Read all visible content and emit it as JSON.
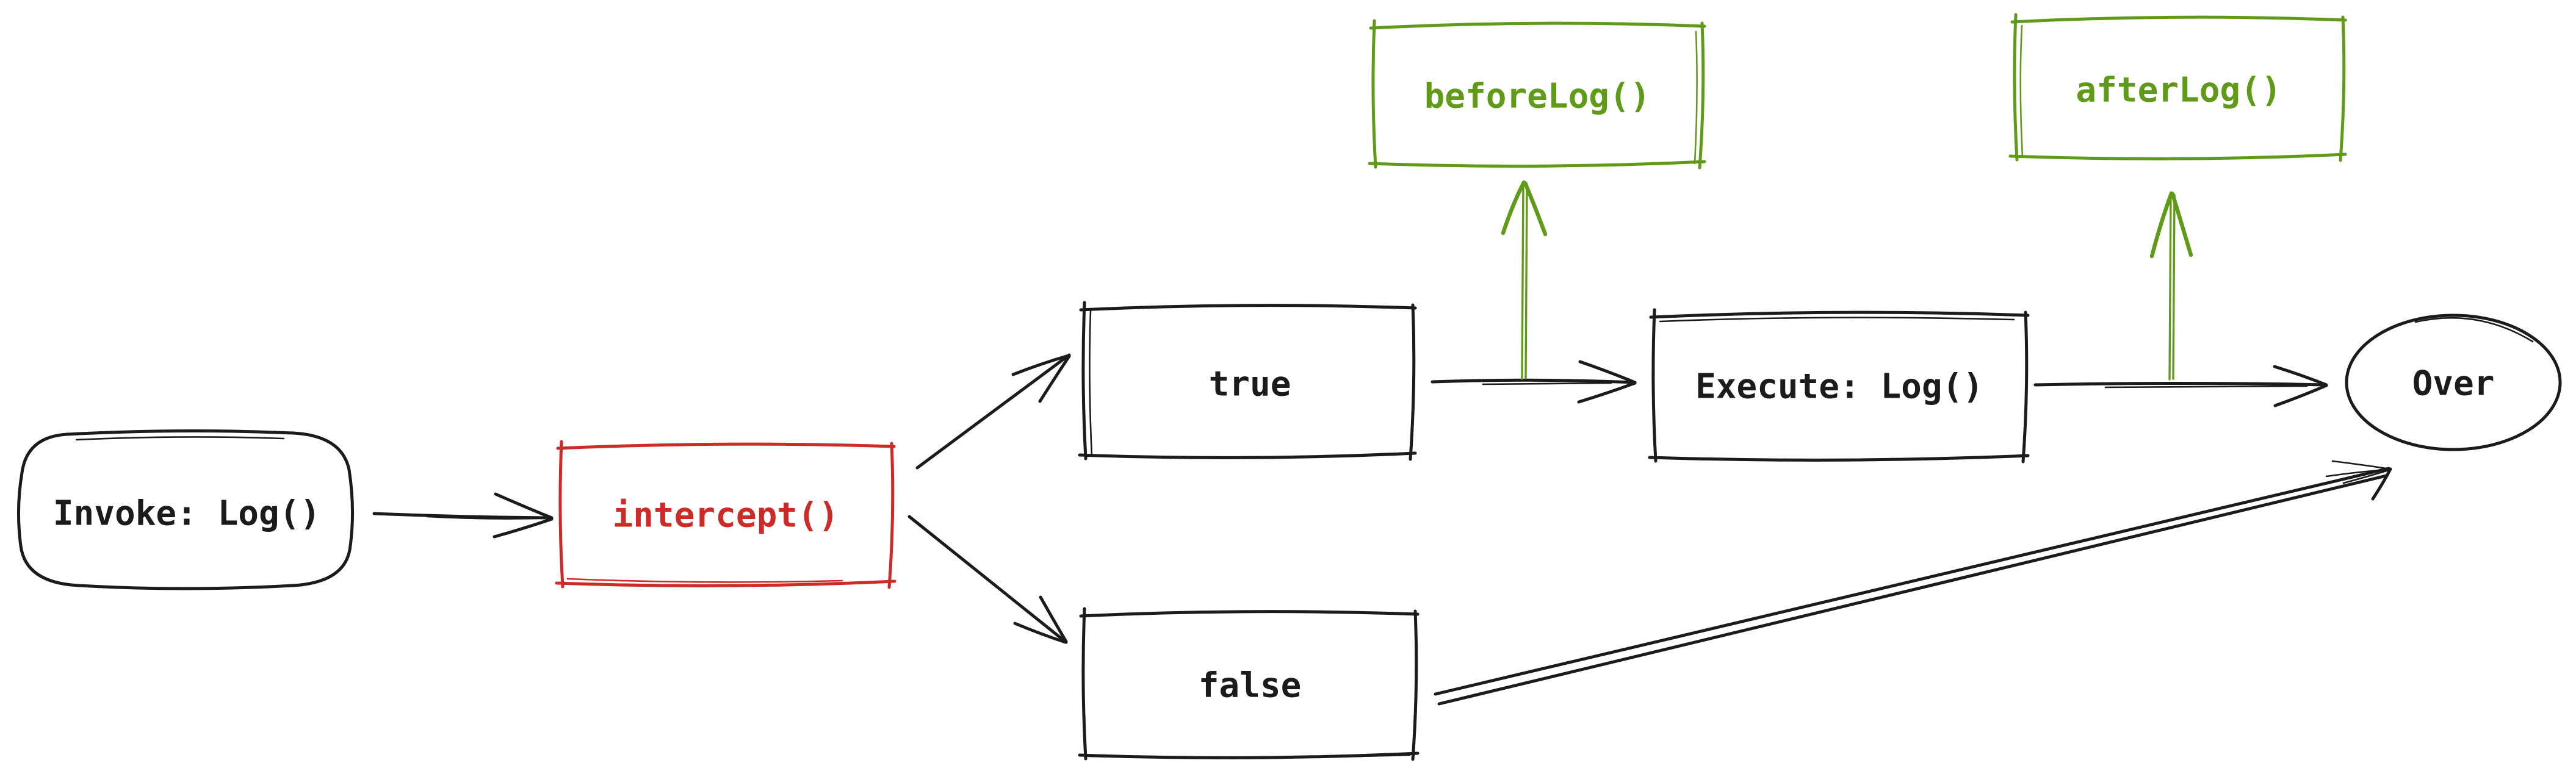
{
  "diagram": {
    "description": "Hand-drawn flowchart of logging interception flow",
    "background": "#ffffff"
  },
  "colors": {
    "black": "#1b1b1b",
    "red": "#cd2b27",
    "green": "#5f9b19"
  },
  "nodes": {
    "invoke": {
      "label": "Invoke: Log()",
      "shape": "rounded-rectangle",
      "color": "#1b1b1b"
    },
    "intercept": {
      "label": "intercept()",
      "shape": "rectangle",
      "color": "#cd2b27"
    },
    "true_branch": {
      "label": "true",
      "shape": "rectangle",
      "color": "#1b1b1b"
    },
    "false_branch": {
      "label": "false",
      "shape": "rectangle",
      "color": "#1b1b1b"
    },
    "execute": {
      "label": "Execute: Log()",
      "shape": "rectangle",
      "color": "#1b1b1b"
    },
    "before_log": {
      "label": "beforeLog()",
      "shape": "rectangle",
      "color": "#5f9b19"
    },
    "after_log": {
      "label": "afterLog()",
      "shape": "rectangle",
      "color": "#5f9b19"
    },
    "over": {
      "label": "Over",
      "shape": "ellipse",
      "color": "#1b1b1b"
    }
  },
  "edges": [
    {
      "id": "invoke-to-intercept",
      "from": "Invoke: Log()",
      "to": "intercept()",
      "color": "#1b1b1b"
    },
    {
      "id": "intercept-to-true",
      "from": "intercept()",
      "to": "true",
      "color": "#1b1b1b"
    },
    {
      "id": "intercept-to-false",
      "from": "intercept()",
      "to": "false",
      "color": "#1b1b1b"
    },
    {
      "id": "true-to-execute",
      "from": "true",
      "to": "Execute: Log()",
      "color": "#1b1b1b"
    },
    {
      "id": "execute-to-over",
      "from": "Execute: Log()",
      "to": "Over",
      "color": "#1b1b1b"
    },
    {
      "id": "false-to-over",
      "from": "false",
      "to": "Over",
      "color": "#1b1b1b"
    },
    {
      "id": "edge-to-beforelog",
      "from": "true-to-execute edge",
      "to": "beforeLog()",
      "color": "#5f9b19"
    },
    {
      "id": "edge-to-afterlog",
      "from": "execute-to-over edge",
      "to": "afterLog()",
      "color": "#5f9b19"
    }
  ]
}
